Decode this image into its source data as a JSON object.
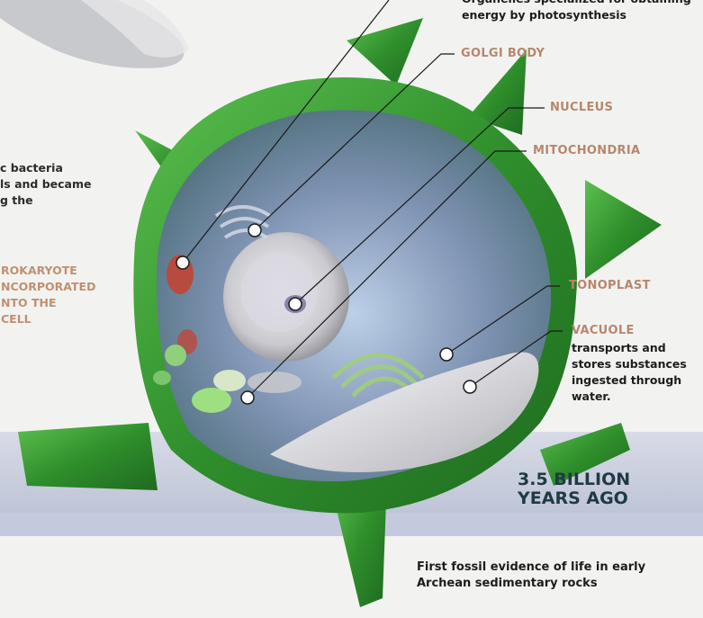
{
  "labels": {
    "chloroplast_desc_line1": "Organelles specialized for obtaining",
    "chloroplast_desc_line2": "energy by photosynthesis",
    "golgi": "GOLGI BODY",
    "nucleus": "NUCLEUS",
    "mitochondria": "MITOCHONDRIA",
    "tonoplast": "TONOPLAST",
    "vacuole": "VACUOLE",
    "vacuole_desc_line1": "transports and",
    "vacuole_desc_line2": "stores substances",
    "vacuole_desc_line3": "ingested through",
    "vacuole_desc_line4": "water."
  },
  "left_text": {
    "line1": "c bacteria",
    "line2": "ls and became",
    "line3": "g the",
    "label1": "ROKARYOTE",
    "label2": "NCORPORATED",
    "label3": "NTO THE",
    "label4": "CELL"
  },
  "timeline": {
    "era_line1": "3.5 BILLION",
    "era_line2": "YEARS AGO",
    "caption_line1": "First fossil evidence of life in early",
    "caption_line2": "Archean sedimentary rocks"
  },
  "colors": {
    "label_accent": "#b8866b",
    "wall_green": "#3fa03a",
    "band": "#c9cfde",
    "era_text": "#203a45"
  }
}
